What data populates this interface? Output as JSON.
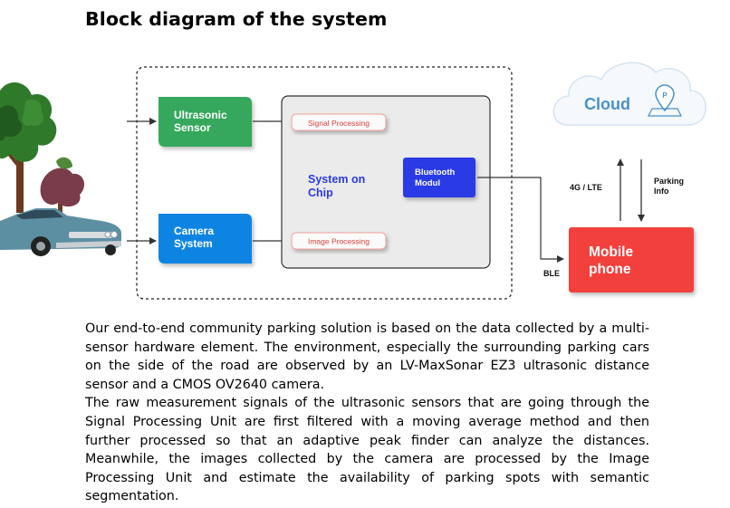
{
  "title": "Block diagram of the system",
  "diagram": {
    "ultrasonic_sensor": "Ultrasonic\nSensor",
    "camera_system": "Camera\nSystem",
    "signal_processing": "Signal Processing",
    "image_processing": "Image Processing",
    "system_on_chip": "System on\nChip",
    "bluetooth_module": "Bluetooth\nModul",
    "ble": "BLE",
    "mobile_phone": "Mobile\nphone",
    "cloud": "Cloud",
    "cloud_pin": "P",
    "link_4g": "4G / LTE",
    "parking_info": "Parking\nInfo",
    "colors": {
      "green": "#35a85d",
      "blue": "#0c84e2",
      "dark_blue": "#2a3ae6",
      "red": "#f23f3c",
      "pill_border": "#f2a09e",
      "soc_fill": "#ebebeb",
      "cloud_blue": "#4a90c8"
    }
  },
  "paragraphs": [
    "Our end-to-end community parking solution is based on the data collected by a multi-sensor hardware element. The environment, especially the surrounding parking cars on the side of the road are observed by an LV-MaxSonar EZ3 ultrasonic distance sensor and a CMOS OV2640 camera.",
    "The raw measurement signals of the ultrasonic sensors that are going through the Signal Processing Unit are first filtered with a moving average method and then further processed so that an adaptive peak finder can analyze the distances. Meanwhile, the images collected by the camera are processed by the Image Processing Unit and estimate the availability of parking spots with semantic segmentation."
  ]
}
